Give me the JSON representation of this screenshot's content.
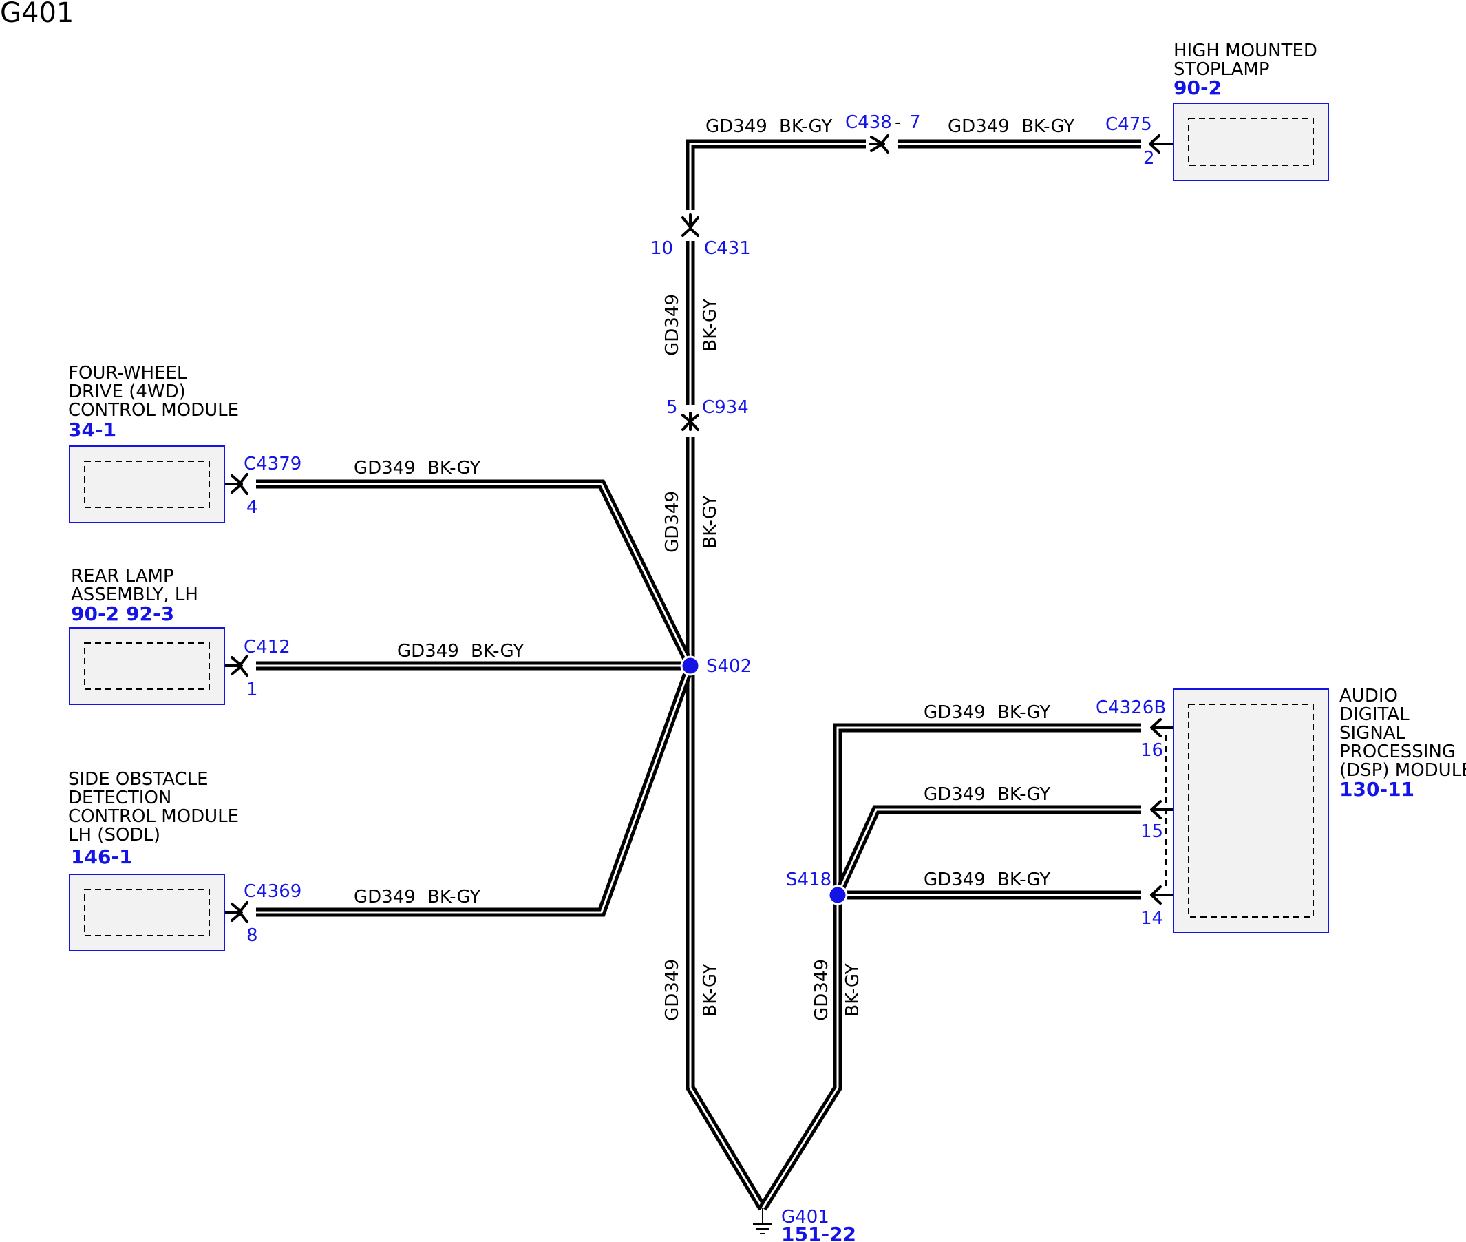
{
  "page_title": "G401",
  "colors": {
    "wire": "#000000",
    "reference": "#1414e6",
    "component_fill": "#f2f2f2"
  },
  "wire": {
    "circuit": "GD349",
    "color": "BK-GY"
  },
  "components": {
    "high_mounted_stoplamp": {
      "name_lines": [
        "HIGH MOUNTED",
        "STOPLAMP"
      ],
      "refs": [
        "90-2"
      ]
    },
    "four_wheel_drive_module": {
      "name_lines": [
        "FOUR-WHEEL",
        "DRIVE (4WD)",
        "CONTROL MODULE"
      ],
      "refs": [
        "34-1"
      ]
    },
    "rear_lamp_assembly_lh": {
      "name_lines": [
        "REAR LAMP",
        "ASSEMBLY, LH"
      ],
      "refs": [
        "90-2",
        "92-3"
      ]
    },
    "side_obstacle_detection_module": {
      "name_lines": [
        "SIDE OBSTACLE",
        "DETECTION",
        "CONTROL MODULE",
        "LH (SODL)"
      ],
      "refs": [
        "146-1"
      ]
    },
    "audio_dsp_module": {
      "name_lines": [
        "AUDIO",
        "DIGITAL",
        "SIGNAL",
        "PROCESSING",
        "(DSP) MODULE"
      ],
      "refs": [
        "130-11"
      ]
    }
  },
  "connectors": {
    "c438": {
      "id": "C438",
      "separator": "-",
      "pin": "7"
    },
    "c475": {
      "id": "C475",
      "pin": "2"
    },
    "c431": {
      "id": "C431",
      "pin": "10"
    },
    "c934": {
      "id": "C934",
      "pin": "5"
    },
    "c4379": {
      "id": "C4379",
      "pin": "4"
    },
    "c412": {
      "id": "C412",
      "pin": "1"
    },
    "c4369": {
      "id": "C4369",
      "pin": "8"
    },
    "c4326b": {
      "id": "C4326B",
      "pins": [
        "16",
        "15",
        "14"
      ]
    }
  },
  "splices": {
    "s402": "S402",
    "s418": "S418"
  },
  "ground": {
    "id": "G401",
    "ref": "151-22"
  }
}
